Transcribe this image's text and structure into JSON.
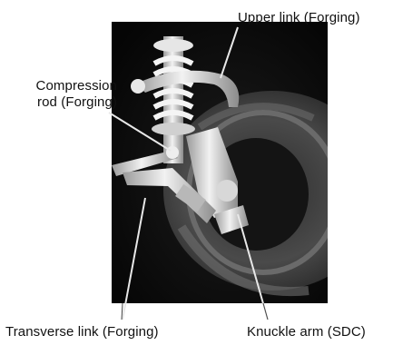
{
  "labels": {
    "upper_link": "Upper link (Forging)",
    "compression_rod_line1": "Compression",
    "compression_rod_line2": "rod (Forging)",
    "transverse_link": "Transverse link (Forging)",
    "knuckle_arm": "Knuckle arm (SDC)"
  },
  "colors": {
    "background": "#0c0c0c",
    "metal": "#dcdcdc",
    "tire": "#5a5a5a",
    "label_text": "#111111"
  }
}
